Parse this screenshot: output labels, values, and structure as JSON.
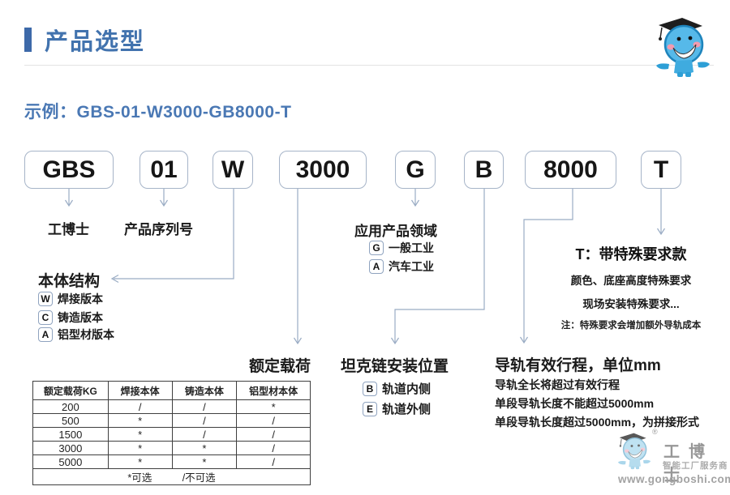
{
  "header": {
    "title": "产品选型"
  },
  "example": {
    "label": "示例：",
    "code": "GBS-01-W3000-GB8000-T"
  },
  "boxes": [
    {
      "code": "GBS"
    },
    {
      "code": "01"
    },
    {
      "code": "W"
    },
    {
      "code": "3000"
    },
    {
      "code": "G"
    },
    {
      "code": "B"
    },
    {
      "code": "8000"
    },
    {
      "code": "T"
    }
  ],
  "labels": {
    "brand": "工博士",
    "serial": "产品序列号"
  },
  "application": {
    "title": "应用产品领域",
    "options": [
      {
        "key": "G",
        "label": "一般工业"
      },
      {
        "key": "A",
        "label": "汽车工业"
      }
    ]
  },
  "body_structure": {
    "title": "本体结构",
    "options": [
      {
        "key": "W",
        "label": "焊接版本"
      },
      {
        "key": "C",
        "label": "铸造版本"
      },
      {
        "key": "A",
        "label": "铝型材版本"
      }
    ]
  },
  "rated_load": {
    "label": "额定载荷"
  },
  "tank_chain": {
    "title": "坦克链安装位置",
    "options": [
      {
        "key": "B",
        "label": "轨道内侧"
      },
      {
        "key": "E",
        "label": "轨道外侧"
      }
    ]
  },
  "travel": {
    "title": "导轨有效行程，单位mm",
    "notes": [
      "导轨全长将超过有效行程",
      "单段导轨长度不能超过5000mm",
      "单段导轨长度超过5000mm，为拼接形式"
    ]
  },
  "special": {
    "title": "T：带特殊要求款",
    "lines": [
      "颜色、底座高度特殊要求",
      "现场安装特殊要求..."
    ],
    "note": "注：特殊要求会增加额外导轨成本"
  },
  "load_table": {
    "headers": [
      "额定载荷KG",
      "焊接本体",
      "铸造本体",
      "铝型材本体"
    ],
    "rows": [
      [
        "200",
        "/",
        "/",
        "*"
      ],
      [
        "500",
        "*",
        "/",
        "/"
      ],
      [
        "1500",
        "*",
        "/",
        "/"
      ],
      [
        "3000",
        "*",
        "*",
        "/"
      ],
      [
        "5000",
        "*",
        "*",
        "/"
      ]
    ],
    "footer": {
      "optional": "*可选",
      "not_optional": "/不可选"
    }
  },
  "watermark": {
    "reg": "®",
    "brand": "工博士",
    "tagline": "智能工厂服务商",
    "url": "www.gongboshi.com"
  },
  "colors": {
    "accent": "#4273AE",
    "line": "#9AACC4",
    "box_border": "#A6B4C8"
  }
}
